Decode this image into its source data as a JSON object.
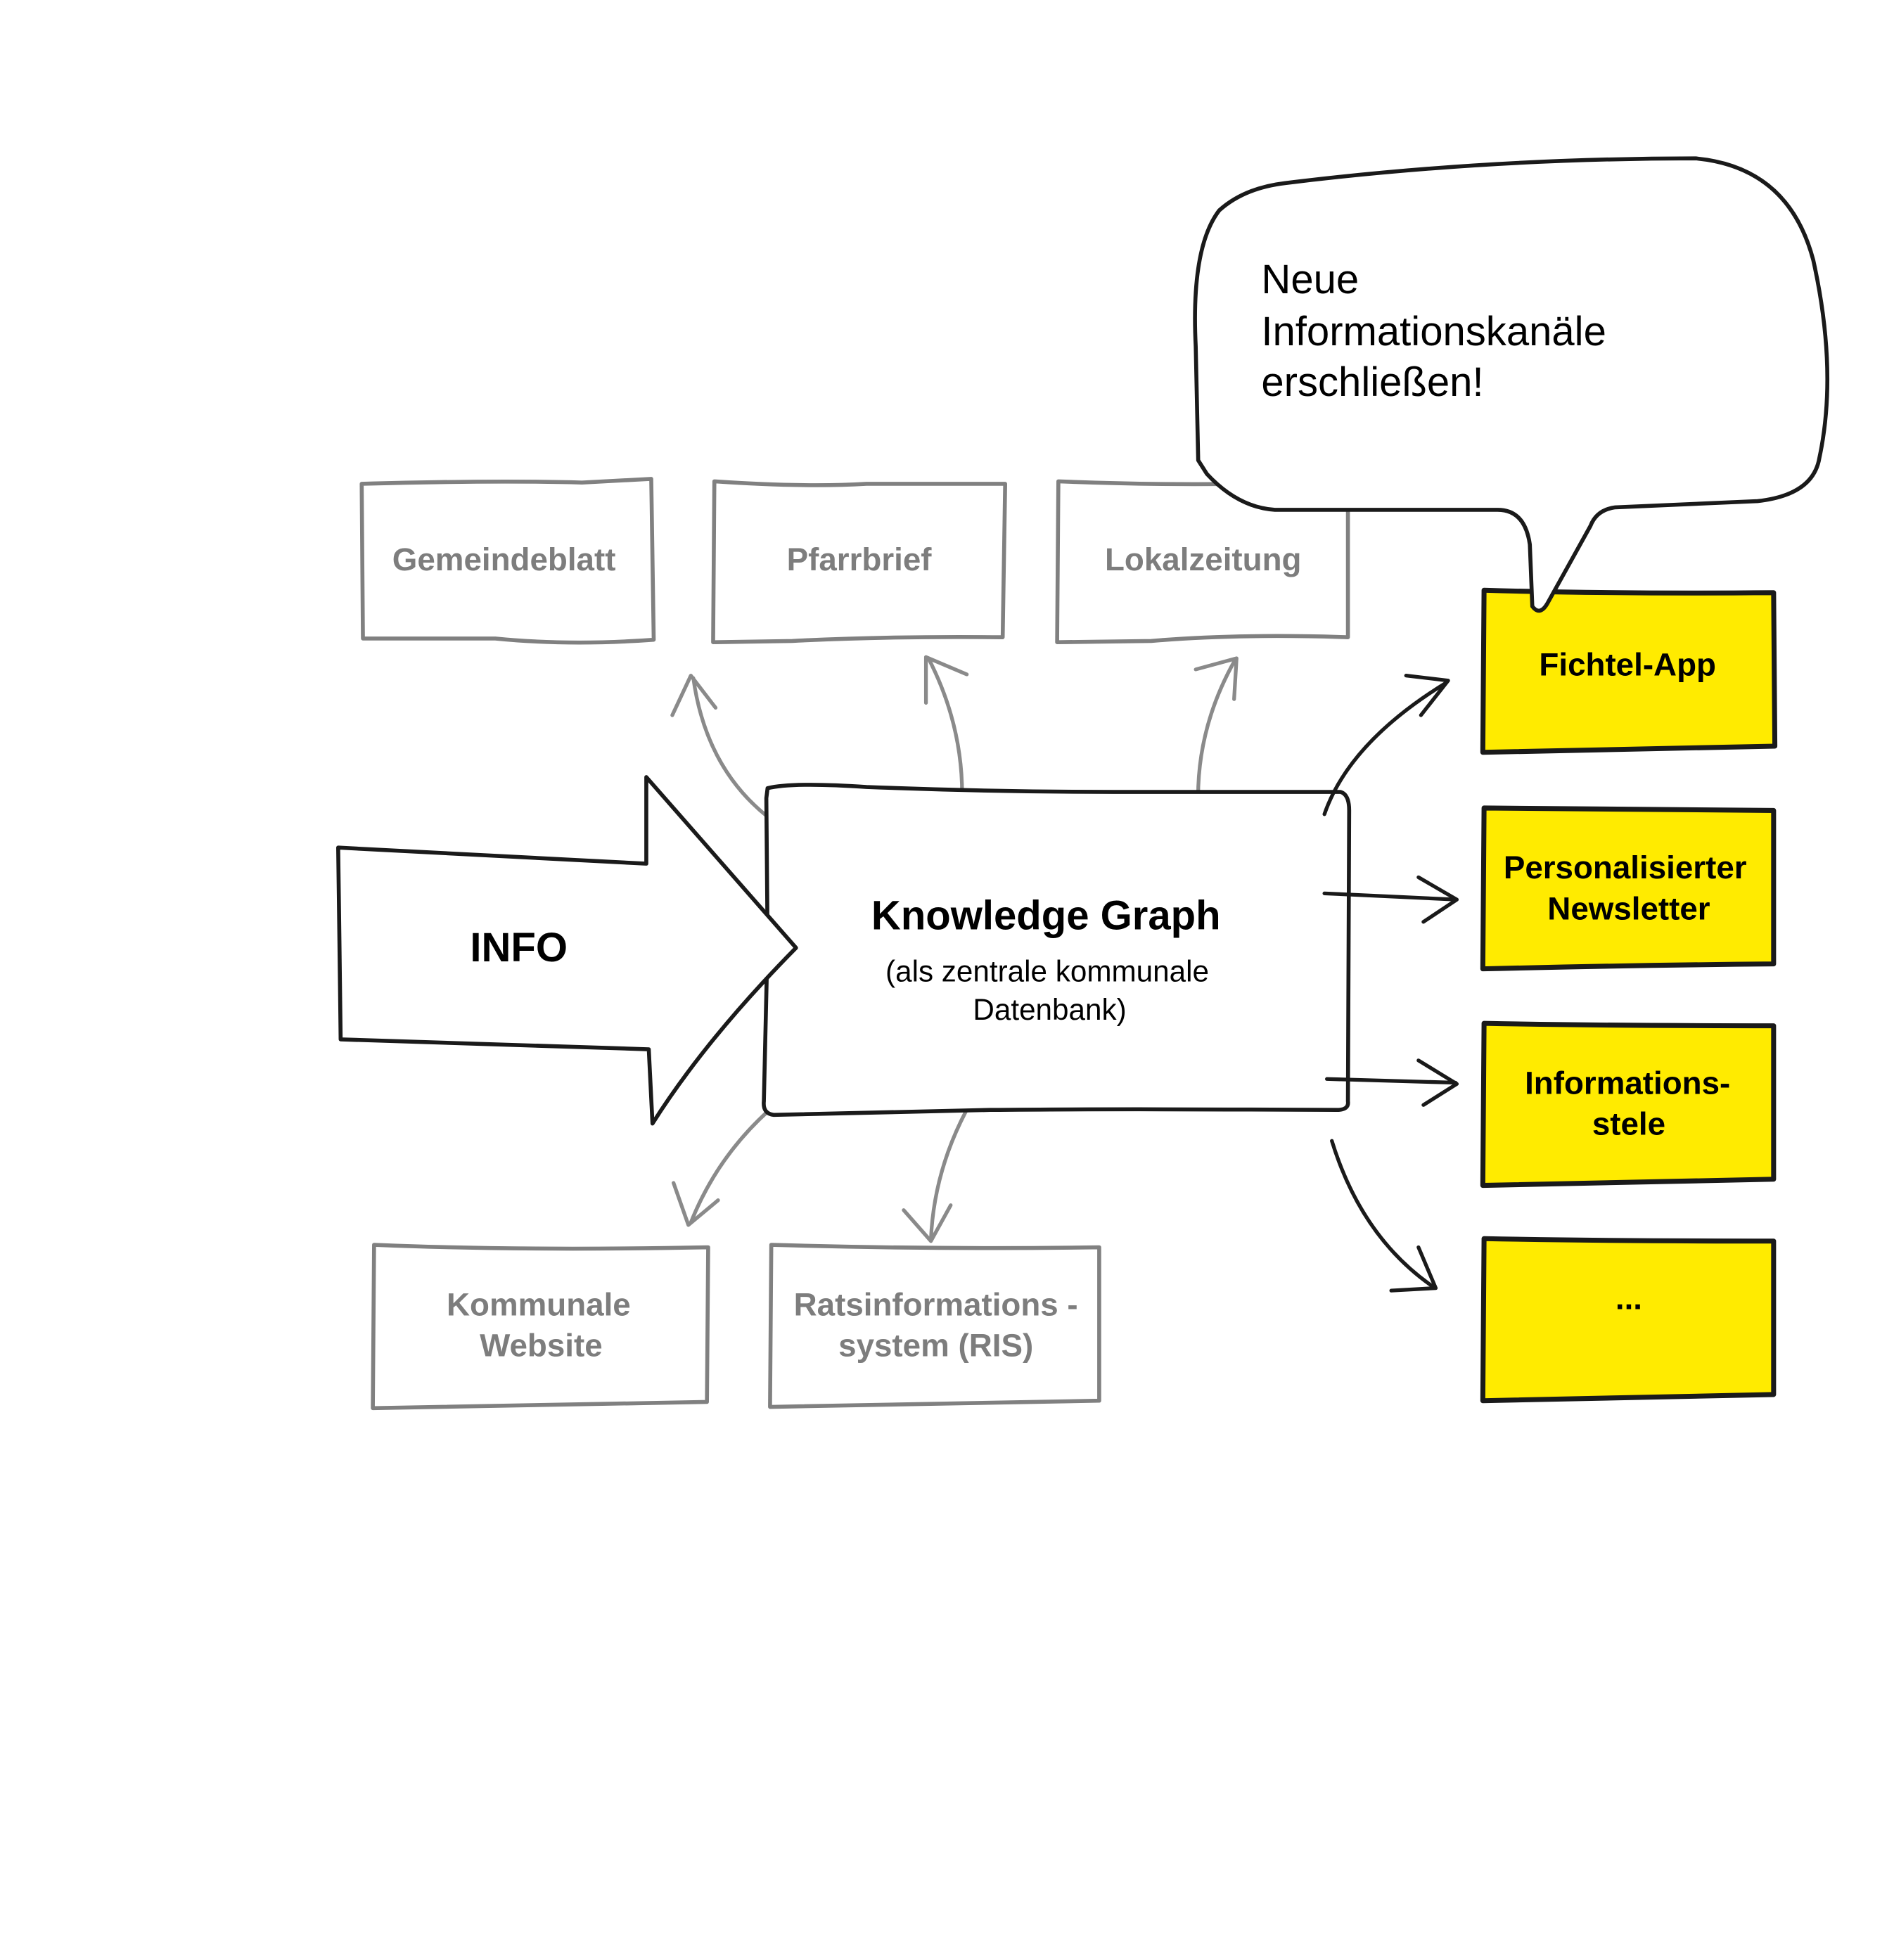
{
  "colors": {
    "channel_fill": "#FFEB00",
    "legacy_stroke": "#808080",
    "ink": "#1a1a1a"
  },
  "speech_bubble": {
    "lines": [
      "Neue",
      "Informationskanäle",
      "erschließen!"
    ]
  },
  "input_arrow": {
    "label": "INFO"
  },
  "knowledge_graph": {
    "title": "Knowledge Graph",
    "subtitle_lines": [
      "(als zentrale kommunale",
      "Datenbank)"
    ]
  },
  "legacy_channels": {
    "top": [
      {
        "label_lines": [
          "Gemeindeblatt"
        ]
      },
      {
        "label_lines": [
          "Pfarrbrief"
        ]
      },
      {
        "label_lines": [
          "Lokalzeitung"
        ]
      }
    ],
    "bottom": [
      {
        "label_lines": [
          "Kommunale",
          "Website"
        ]
      },
      {
        "label_lines": [
          "Ratsinformations -",
          "system (RIS)"
        ]
      }
    ]
  },
  "new_channels": [
    {
      "label_lines": [
        "Fichtel-App"
      ]
    },
    {
      "label_lines": [
        "Personalisierter",
        "Newsletter"
      ]
    },
    {
      "label_lines": [
        "Informations-",
        "stele"
      ]
    },
    {
      "label_lines": [
        "..."
      ]
    }
  ]
}
